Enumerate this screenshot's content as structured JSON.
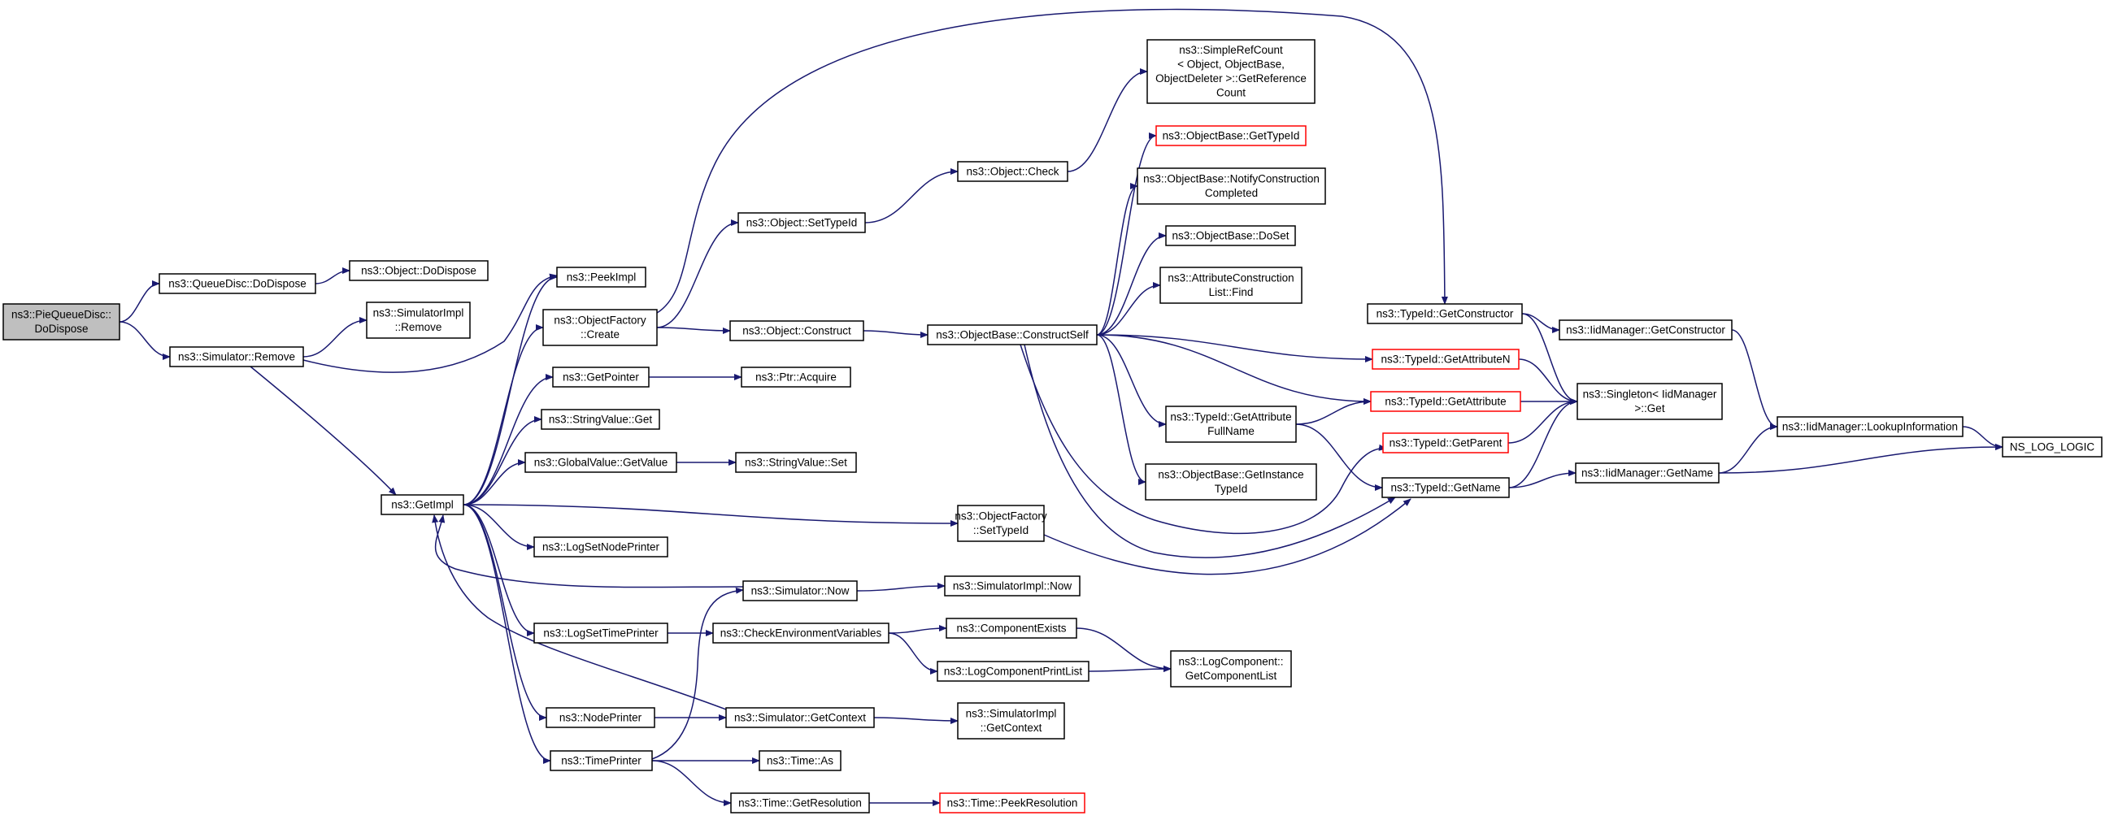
{
  "nodes": [
    {
      "id": "root",
      "lines": [
        "ns3::PieQueueDisc::",
        "DoDispose"
      ],
      "style": "root"
    },
    {
      "id": "qd_dodispose",
      "lines": [
        "ns3::QueueDisc::DoDispose"
      ]
    },
    {
      "id": "sim_remove",
      "lines": [
        "ns3::Simulator::Remove"
      ]
    },
    {
      "id": "obj_dodispose",
      "lines": [
        "ns3::Object::DoDispose"
      ]
    },
    {
      "id": "simimpl_remove",
      "lines": [
        "ns3::SimulatorImpl",
        "::Remove"
      ]
    },
    {
      "id": "peekimpl",
      "lines": [
        "ns3::PeekImpl"
      ]
    },
    {
      "id": "getimpl",
      "lines": [
        "ns3::GetImpl"
      ]
    },
    {
      "id": "of_create",
      "lines": [
        "ns3::ObjectFactory",
        "::Create"
      ]
    },
    {
      "id": "getpointer",
      "lines": [
        "ns3::GetPointer"
      ]
    },
    {
      "id": "sv_get",
      "lines": [
        "ns3::StringValue::Get"
      ]
    },
    {
      "id": "gv_getvalue",
      "lines": [
        "ns3::GlobalValue::GetValue"
      ]
    },
    {
      "id": "logsetnodeprinter",
      "lines": [
        "ns3::LogSetNodePrinter"
      ]
    },
    {
      "id": "logsettimeprinter",
      "lines": [
        "ns3::LogSetTimePrinter"
      ]
    },
    {
      "id": "nodeprinter",
      "lines": [
        "ns3::NodePrinter"
      ]
    },
    {
      "id": "timeprinter",
      "lines": [
        "ns3::TimePrinter"
      ]
    },
    {
      "id": "obj_settypeid",
      "lines": [
        "ns3::Object::SetTypeId"
      ]
    },
    {
      "id": "obj_construct",
      "lines": [
        "ns3::Object::Construct"
      ]
    },
    {
      "id": "ptr_acquire",
      "lines": [
        "ns3::Ptr::Acquire"
      ]
    },
    {
      "id": "sv_set",
      "lines": [
        "ns3::StringValue::Set"
      ]
    },
    {
      "id": "of_settypeid",
      "lines": [
        "ns3::ObjectFactory",
        "::SetTypeId"
      ]
    },
    {
      "id": "sim_now",
      "lines": [
        "ns3::Simulator::Now"
      ]
    },
    {
      "id": "checkenv",
      "lines": [
        "ns3::CheckEnvironmentVariables"
      ]
    },
    {
      "id": "sim_getcontext",
      "lines": [
        "ns3::Simulator::GetContext"
      ]
    },
    {
      "id": "time_as",
      "lines": [
        "ns3::Time::As"
      ]
    },
    {
      "id": "time_getres",
      "lines": [
        "ns3::Time::GetResolution"
      ]
    },
    {
      "id": "obj_check",
      "lines": [
        "ns3::Object::Check"
      ]
    },
    {
      "id": "ob_constructself",
      "lines": [
        "ns3::ObjectBase::ConstructSelf"
      ]
    },
    {
      "id": "simimpl_now",
      "lines": [
        "ns3::SimulatorImpl::Now"
      ]
    },
    {
      "id": "compexists",
      "lines": [
        "ns3::ComponentExists"
      ]
    },
    {
      "id": "logcompprintlist",
      "lines": [
        "ns3::LogComponentPrintList"
      ]
    },
    {
      "id": "simimpl_getcontext",
      "lines": [
        "ns3::SimulatorImpl",
        "::GetContext"
      ]
    },
    {
      "id": "time_peekres",
      "lines": [
        "ns3::Time::PeekResolution"
      ],
      "style": "red"
    },
    {
      "id": "simplerefcount",
      "lines": [
        "ns3::SimpleRefCount",
        "< Object, ObjectBase,",
        "ObjectDeleter >::GetReference",
        "Count"
      ]
    },
    {
      "id": "ob_gettypeid",
      "lines": [
        "ns3::ObjectBase::GetTypeId"
      ],
      "style": "red"
    },
    {
      "id": "ob_notify",
      "lines": [
        "ns3::ObjectBase::NotifyConstruction",
        "Completed"
      ]
    },
    {
      "id": "ob_doset",
      "lines": [
        "ns3::ObjectBase::DoSet"
      ]
    },
    {
      "id": "acl_find",
      "lines": [
        "ns3::AttributeConstruction",
        "List::Find"
      ]
    },
    {
      "id": "tid_getattrfullname",
      "lines": [
        "ns3::TypeId::GetAttribute",
        "FullName"
      ]
    },
    {
      "id": "ob_getinstancetypeid",
      "lines": [
        "ns3::ObjectBase::GetInstance",
        "TypeId"
      ]
    },
    {
      "id": "logcomp_getcomplist",
      "lines": [
        "ns3::LogComponent::",
        "GetComponentList"
      ]
    },
    {
      "id": "tid_getconstructor",
      "lines": [
        "ns3::TypeId::GetConstructor"
      ]
    },
    {
      "id": "tid_getattributen",
      "lines": [
        "ns3::TypeId::GetAttributeN"
      ],
      "style": "red"
    },
    {
      "id": "tid_getattribute",
      "lines": [
        "ns3::TypeId::GetAttribute"
      ],
      "style": "red"
    },
    {
      "id": "tid_getparent",
      "lines": [
        "ns3::TypeId::GetParent"
      ],
      "style": "red"
    },
    {
      "id": "tid_getname",
      "lines": [
        "ns3::TypeId::GetName"
      ]
    },
    {
      "id": "iid_getconstructor",
      "lines": [
        "ns3::IidManager::GetConstructor"
      ]
    },
    {
      "id": "singleton_get",
      "lines": [
        "ns3::Singleton< IidManager",
        ">::Get"
      ]
    },
    {
      "id": "iid_getname",
      "lines": [
        "ns3::IidManager::GetName"
      ]
    },
    {
      "id": "iid_lookup",
      "lines": [
        "ns3::IidManager::LookupInformation"
      ]
    },
    {
      "id": "ns_log_logic",
      "lines": [
        "NS_LOG_LOGIC"
      ]
    }
  ],
  "edges": [
    [
      "root",
      "qd_dodispose"
    ],
    [
      "root",
      "sim_remove"
    ],
    [
      "qd_dodispose",
      "obj_dodispose"
    ],
    [
      "sim_remove",
      "simimpl_remove"
    ],
    [
      "sim_remove",
      "peekimpl"
    ],
    [
      "sim_remove",
      "getimpl"
    ],
    [
      "getimpl",
      "peekimpl"
    ],
    [
      "getimpl",
      "of_create"
    ],
    [
      "getimpl",
      "getpointer"
    ],
    [
      "getimpl",
      "sv_get"
    ],
    [
      "getimpl",
      "gv_getvalue"
    ],
    [
      "getimpl",
      "logsetnodeprinter"
    ],
    [
      "getimpl",
      "logsettimeprinter"
    ],
    [
      "getimpl",
      "nodeprinter"
    ],
    [
      "getimpl",
      "timeprinter"
    ],
    [
      "getimpl",
      "of_settypeid"
    ],
    [
      "of_create",
      "obj_settypeid"
    ],
    [
      "of_create",
      "obj_construct"
    ],
    [
      "of_create",
      "tid_getconstructor"
    ],
    [
      "getpointer",
      "ptr_acquire"
    ],
    [
      "gv_getvalue",
      "sv_set"
    ],
    [
      "logsettimeprinter",
      "checkenv"
    ],
    [
      "nodeprinter",
      "sim_getcontext"
    ],
    [
      "timeprinter",
      "sim_now"
    ],
    [
      "timeprinter",
      "time_as"
    ],
    [
      "timeprinter",
      "time_getres"
    ],
    [
      "obj_settypeid",
      "obj_check"
    ],
    [
      "obj_construct",
      "ob_constructself"
    ],
    [
      "sim_now",
      "getimpl"
    ],
    [
      "sim_now",
      "simimpl_now"
    ],
    [
      "checkenv",
      "compexists"
    ],
    [
      "checkenv",
      "logcompprintlist"
    ],
    [
      "sim_getcontext",
      "getimpl"
    ],
    [
      "sim_getcontext",
      "simimpl_getcontext"
    ],
    [
      "time_getres",
      "time_peekres"
    ],
    [
      "obj_check",
      "simplerefcount"
    ],
    [
      "ob_constructself",
      "ob_gettypeid"
    ],
    [
      "ob_constructself",
      "ob_notify"
    ],
    [
      "ob_constructself",
      "ob_doset"
    ],
    [
      "ob_constructself",
      "acl_find"
    ],
    [
      "ob_constructself",
      "tid_getattrfullname"
    ],
    [
      "ob_constructself",
      "ob_getinstancetypeid"
    ],
    [
      "ob_constructself",
      "tid_getattributen"
    ],
    [
      "ob_constructself",
      "tid_getattribute"
    ],
    [
      "ob_constructself",
      "tid_getparent"
    ],
    [
      "ob_constructself",
      "tid_getname"
    ],
    [
      "of_settypeid",
      "tid_getname"
    ],
    [
      "compexists",
      "logcomp_getcomplist"
    ],
    [
      "logcompprintlist",
      "logcomp_getcomplist"
    ],
    [
      "tid_getattrfullname",
      "tid_getattribute"
    ],
    [
      "tid_getattrfullname",
      "tid_getname"
    ],
    [
      "tid_getconstructor",
      "iid_getconstructor"
    ],
    [
      "tid_getconstructor",
      "singleton_get"
    ],
    [
      "tid_getattributen",
      "singleton_get"
    ],
    [
      "tid_getattribute",
      "singleton_get"
    ],
    [
      "tid_getparent",
      "singleton_get"
    ],
    [
      "tid_getname",
      "singleton_get"
    ],
    [
      "tid_getname",
      "iid_getname"
    ],
    [
      "iid_getconstructor",
      "iid_lookup"
    ],
    [
      "iid_getname",
      "iid_lookup"
    ],
    [
      "iid_getname",
      "ns_log_logic"
    ],
    [
      "iid_lookup",
      "ns_log_logic"
    ]
  ]
}
